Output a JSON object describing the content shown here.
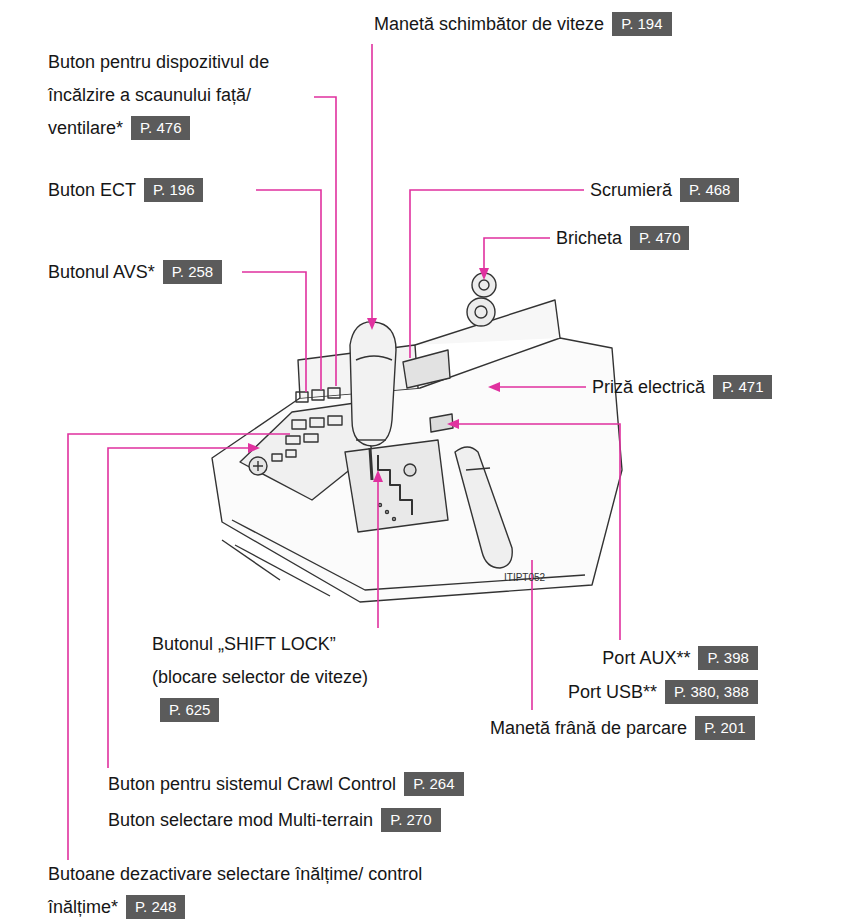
{
  "diagram": {
    "nodes": [
      {
        "text": [
          "Manetă schimbător de viteze",
          "P. 194"
        ]
      },
      {
        "text": [
          "Buton pentru dispozitivul de încălzire a scaunului față/ ventilare*",
          "P. 476"
        ]
      },
      {
        "text": [
          "Buton ECT",
          "P. 196"
        ]
      },
      {
        "text": [
          "Scrumieră",
          "P. 468"
        ]
      },
      {
        "text": [
          "Bricheta",
          "P. 470"
        ]
      },
      {
        "text": [
          "Butonul AVS*",
          "P. 258"
        ]
      },
      {
        "text": [
          "Priză electrică",
          "P. 471"
        ]
      },
      {
        "text": [
          "Port AUX**",
          "P. 398"
        ]
      },
      {
        "text": [
          "Port USB**",
          "P. 380, 388"
        ]
      },
      {
        "text": [
          "Butonul „SHIFT LOCK” (blocare selector de viteze)",
          "P. 625"
        ]
      },
      {
        "text": [
          "Manetă frână de parcare",
          "P. 201"
        ]
      },
      {
        "text": [
          "Buton pentru sistemul Crawl Control",
          "P. 264"
        ]
      },
      {
        "text": [
          "Buton selectare mod Multi-terrain",
          "P. 270"
        ]
      },
      {
        "text": [
          "Butoane dezactivare selectare înălțime/ control înălțime*",
          "P. 248"
        ]
      }
    ],
    "labels": [
      "ITIPT052"
    ]
  }
}
